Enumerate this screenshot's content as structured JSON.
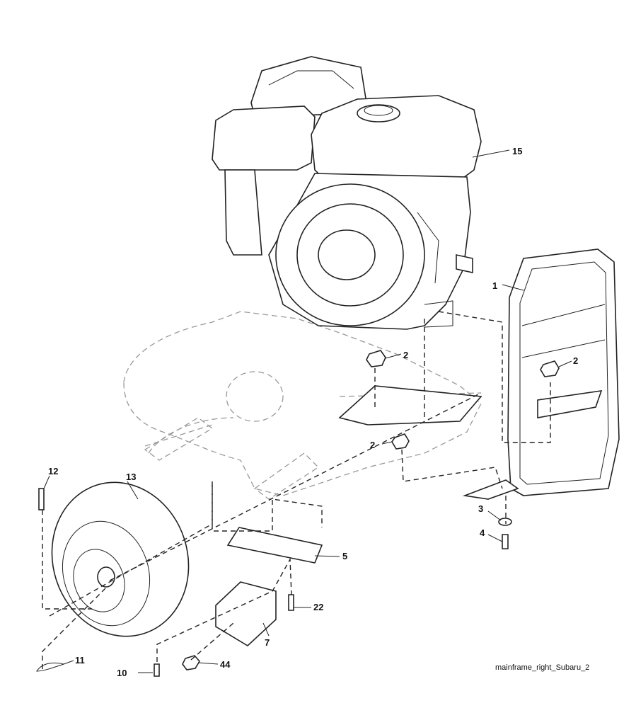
{
  "diagram": {
    "caption": "mainframe_right_Subaru_2",
    "callouts": {
      "engine": "15",
      "bumper": "1",
      "nut_left": "2",
      "nut_right": "2",
      "nut_lower": "2",
      "pin": "12",
      "wheel": "13",
      "washer": "3",
      "bolt_bumper": "4",
      "bracket": "5",
      "bolt_bracket": "22",
      "weight": "7",
      "hairpin": "11",
      "bolt_weight": "10",
      "nut_weight": "44"
    }
  }
}
